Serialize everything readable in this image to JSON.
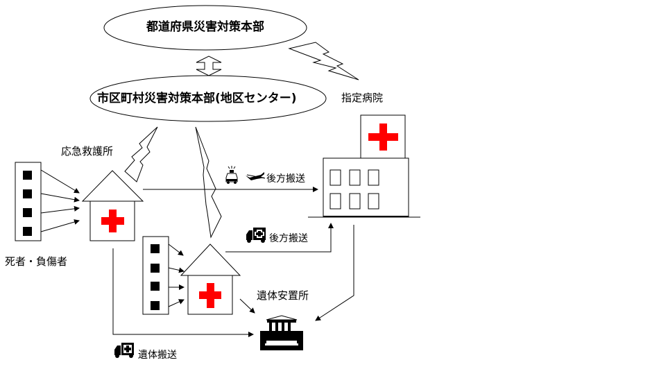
{
  "nodes": {
    "prefecture_hq": "都道府県災害対策本部",
    "municipal_hq": "市区町村災害対策本部(地区センター)",
    "designated_hospital": "指定病院",
    "first_aid_station": "応急救護所",
    "casualties": "死者・負傷者",
    "morgue": "遺体安置所"
  },
  "edges": {
    "rear_transport_air": "後方搬送",
    "rear_transport_ambulance": "後方搬送",
    "body_transport": "遺体搬送"
  },
  "colors": {
    "red_cross": "#ff0000",
    "line": "#000000"
  },
  "icons": [
    "police-car-icon",
    "airplane-icon",
    "ambulance-icon",
    "morgue-building-icon",
    "red-cross-icon",
    "lightning-icon"
  ]
}
